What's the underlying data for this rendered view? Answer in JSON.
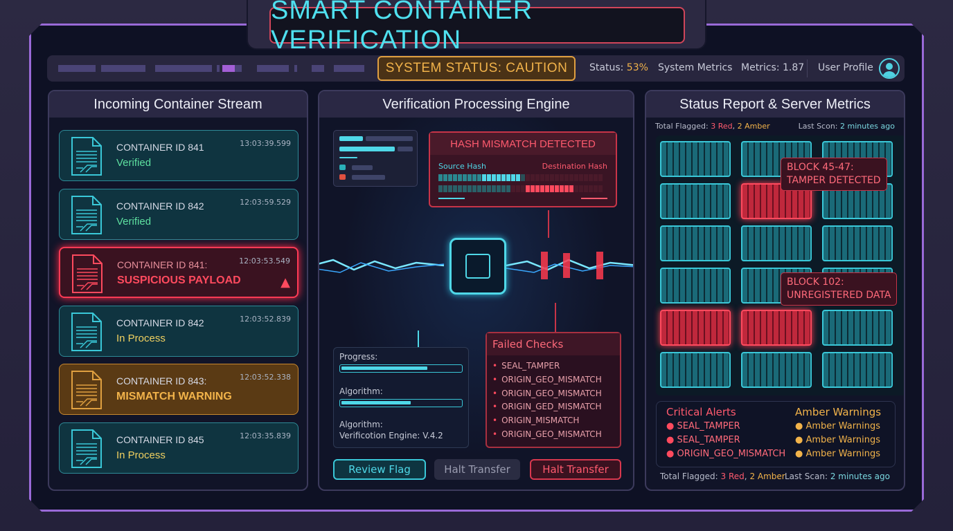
{
  "title": "SMART CONTAINER VERIFICATION",
  "topbar": {
    "system_status": "SYSTEM STATUS: CAUTION",
    "status_label": "Status:",
    "status_value": "53%",
    "system_metrics": "System Metrics",
    "metrics": "Metrics: 1.87",
    "user_profile": "User Profile"
  },
  "stream": {
    "title": "Incoming Container Stream",
    "items": [
      {
        "id": "CONTAINER ID 841",
        "status": "Verified",
        "time": "13:03:39.599",
        "kind": "normal"
      },
      {
        "id": "CONTAINER ID 842",
        "status": "Verified",
        "time": "12:03:59.529",
        "kind": "normal"
      },
      {
        "id": "CONTAINER ID 841:",
        "status": "SUSPICIOUS PAYLOAD",
        "time": "12:03:53.549",
        "kind": "red"
      },
      {
        "id": "CONTAINER ID 842",
        "status": "In Process",
        "time": "12:03:52.839",
        "kind": "normal"
      },
      {
        "id": "CONTAINER ID 843:",
        "status": "MISMATCH WARNING",
        "time": "12:03:52.338",
        "kind": "amber"
      },
      {
        "id": "CONTAINER ID 845",
        "status": "In Process",
        "time": "12:03:35.839",
        "kind": "normal"
      }
    ]
  },
  "engine": {
    "title": "Verification Processing Engine",
    "hash_title": "HASH MISMATCH DETECTED",
    "source_hash": "Source Hash",
    "destination_hash": "Destination Hash",
    "progress_label": "Progress:",
    "progress_pct": 72,
    "algorithm_label": "Algorithm:",
    "algorithm_pct": 58,
    "algorithm_label2": "Algorithm:",
    "engine_version": "Verificotion Engine: V.4.2",
    "failed_title": "Failed Checks",
    "failed_checks": [
      "SEAL_TAMPER",
      "ORIGIN_GEO_MISMATCH",
      "ORIGIN_GEO_MISMATCH",
      "ORIGIN_GED_MISMATCH",
      "ORIGIN_MISMATCH",
      "ORIGIN_GEO_MISMATCH"
    ],
    "buttons": {
      "review": "Review Flag",
      "halt_disabled": "Halt Transfer",
      "halt": "Halt Transfer"
    }
  },
  "report": {
    "title": "Status Report & Server Metrics",
    "total_flagged_label": "Total Flagged:",
    "red_count": "3 Red",
    "amber_count": "2 Amber",
    "last_scan_label": "Last Scan:",
    "last_scan_value": "2 minutes ago",
    "last_scan_label_top": "Last Scon:",
    "callout1_line1": "BLOCK 45-47:",
    "callout1_line2": "TAMPER DETECTED",
    "callout2_line1": "BLOCK 102:",
    "callout2_line2": "UNREGISTERED DATA",
    "critical_title": "Critical Alerts",
    "critical": [
      "SEAL_TAMPER",
      "SEAL_TAMPER",
      "ORIGIN_GEO_MISMATCH"
    ],
    "amber_title": "Amber Warnings",
    "amber": [
      "Amber Warnings",
      "Amber Warnings",
      "Amber Warnings"
    ]
  },
  "colors": {
    "cyan": "#4fe0ef",
    "red": "#ff4a5e",
    "amber": "#f2b34a",
    "purple": "#9a6ad8",
    "green": "#5ee0a0"
  }
}
